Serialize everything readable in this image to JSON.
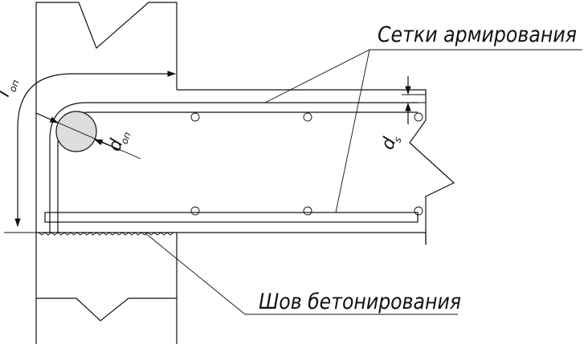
{
  "labels": {
    "mesh": "Сетки армирования",
    "joint": "Шов бетонирования",
    "l_main": "l",
    "l_sub": "оп",
    "d_main": "d",
    "d_sub": "оп",
    "ds_main": "d",
    "ds_sub": "s"
  },
  "colors": {
    "line": "#111111",
    "bar_fill": "#dddddd",
    "background": "#ffffff"
  }
}
